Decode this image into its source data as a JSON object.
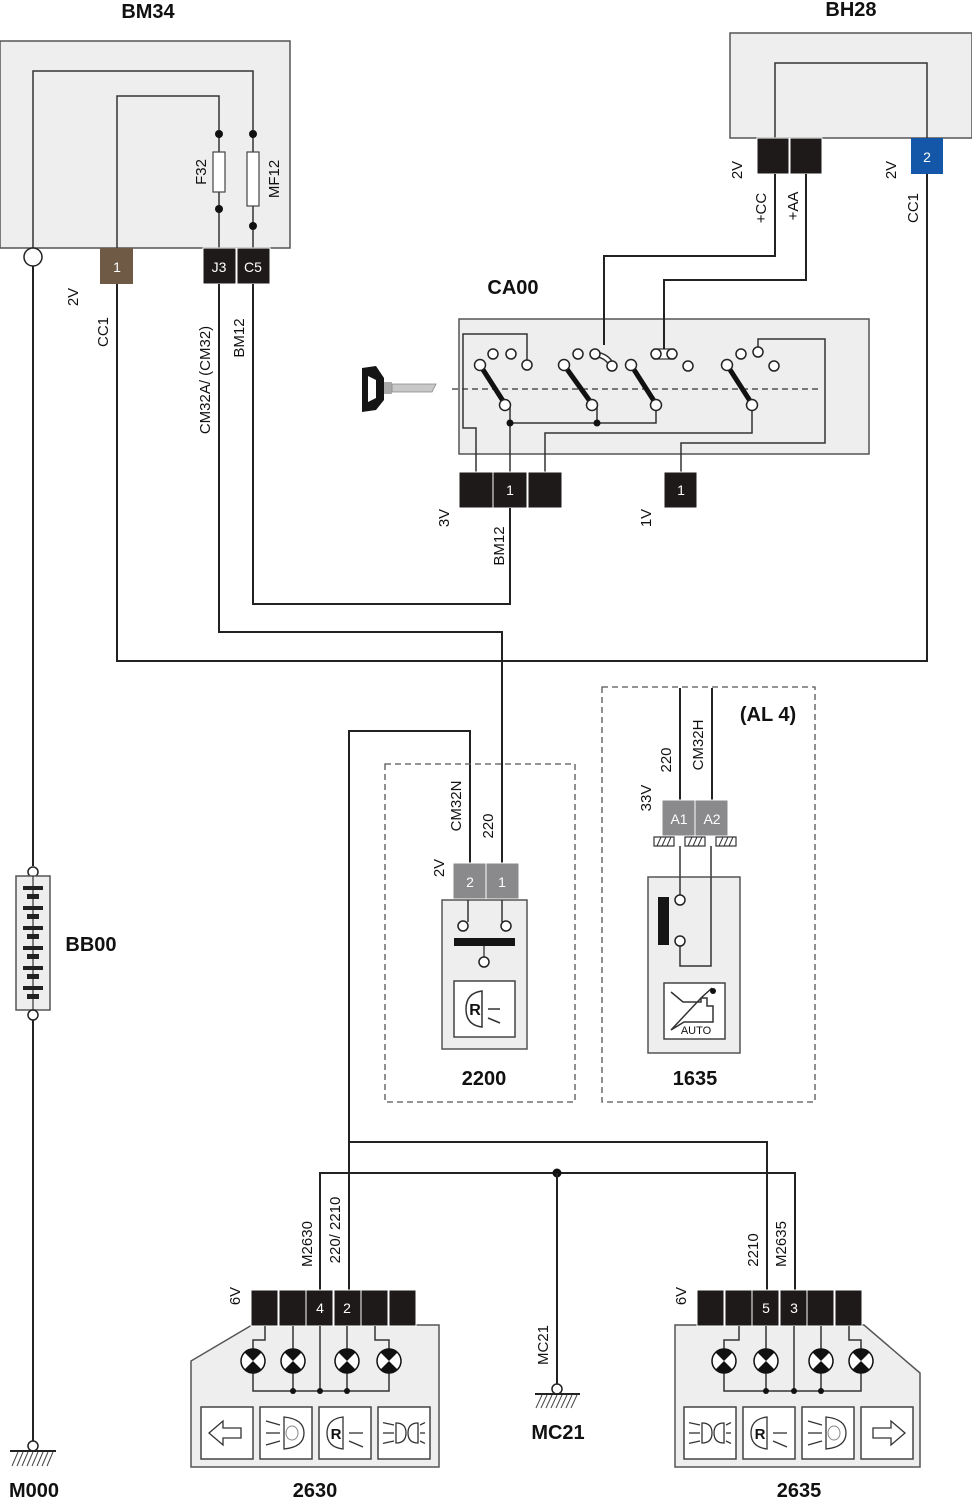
{
  "components": {
    "bm34": {
      "title": "BM34",
      "fuses": [
        "F32",
        "MF12"
      ],
      "pins": [
        {
          "label": "1",
          "color": "#6e5a45"
        },
        {
          "label": "J3",
          "color": "#1e1a1a"
        },
        {
          "label": "C5",
          "color": "#1e1a1a"
        }
      ],
      "connector_voltage": "2V"
    },
    "bh28": {
      "title": "BH28",
      "connector_left_voltage": "2V",
      "connector_right_voltage": "2V",
      "right_pin": {
        "label": "2",
        "color": "#1457a8"
      }
    },
    "ca00": {
      "title": "CA00",
      "left_connector_voltage": "3V",
      "left_connector_pin": "1",
      "right_connector_voltage": "1V",
      "right_connector_pin": "1"
    },
    "bb00": {
      "title": "BB00"
    },
    "c2200": {
      "title": "2200",
      "connector_voltage": "2V",
      "pins": [
        "2",
        "1"
      ]
    },
    "c1635": {
      "title": "1635",
      "variant": "(AL 4)",
      "connector_voltage": "33V",
      "pins": [
        "A1",
        "A2"
      ],
      "icon_text": "AUTO"
    },
    "c2630": {
      "title": "2630",
      "connector_voltage": "6V",
      "pins": [
        "",
        "",
        "4",
        "2",
        "",
        ""
      ]
    },
    "c2635": {
      "title": "2635",
      "connector_voltage": "6V",
      "pins": [
        "",
        "",
        "5",
        "3",
        "",
        ""
      ]
    },
    "m000": {
      "title": "M000"
    },
    "mc21": {
      "title": "MC21"
    }
  },
  "wires": {
    "cc1_bm34": "CC1",
    "cm32a": "CM32A/ (CM32)",
    "bm12_bm34": "BM12",
    "plus_cc": "+CC",
    "plus_aa": "+AA",
    "cc1_bh28": "CC1",
    "bm12_ca00": "BM12",
    "cm32n": "CM32N",
    "w220_2200": "220",
    "w220_1635": "220",
    "cm32h": "CM32H",
    "m2630": "M2630",
    "w220_2210": "220/ 2210",
    "w2210": "2210",
    "m2635": "M2635",
    "mc21": "MC21"
  },
  "icons": {
    "c2630": [
      "arrow-left-icon",
      "fog-lamp-icon",
      "reverse-lamp-icon",
      "side-lamp-icon"
    ],
    "c2635": [
      "side-lamp-icon",
      "reverse-lamp-icon",
      "fog-lamp-icon",
      "arrow-right-icon"
    ],
    "c2200": "reverse-lamp-icon",
    "c1635": "gearbox-auto-icon",
    "ca00": "ignition-key-icon"
  }
}
